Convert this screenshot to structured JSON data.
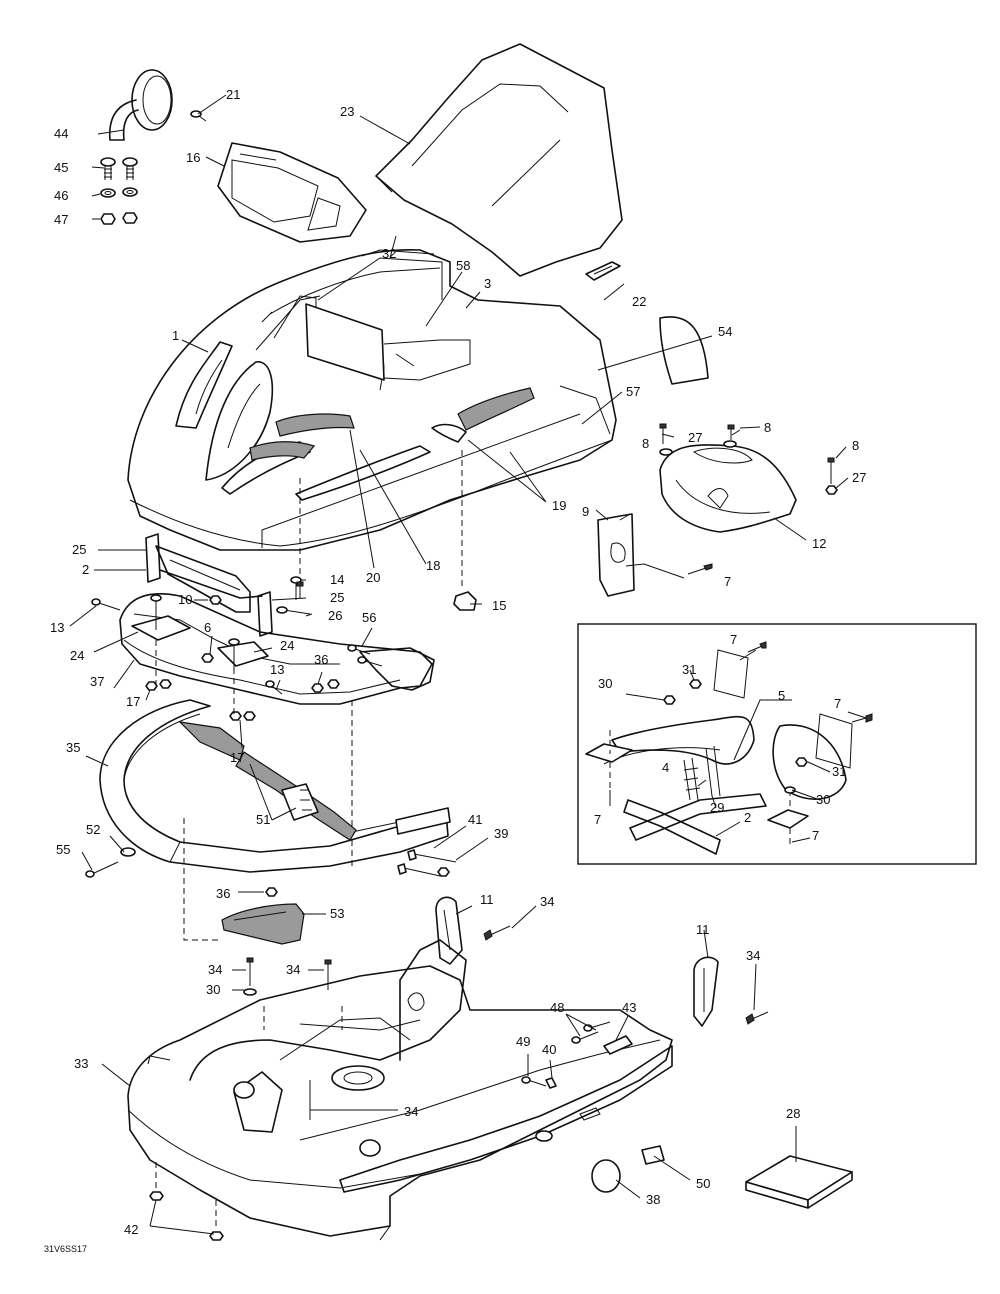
{
  "diagram_code": "31V6SS17",
  "labels": [
    {
      "id": "l1",
      "text": "1"
    },
    {
      "id": "l2a",
      "text": "2"
    },
    {
      "id": "l3",
      "text": "3"
    },
    {
      "id": "l6",
      "text": "6"
    },
    {
      "id": "l7a",
      "text": "7"
    },
    {
      "id": "l8a",
      "text": "8"
    },
    {
      "id": "l8b",
      "text": "8"
    },
    {
      "id": "l8c",
      "text": "8"
    },
    {
      "id": "l9",
      "text": "9"
    },
    {
      "id": "l10",
      "text": "10"
    },
    {
      "id": "l11a",
      "text": "11"
    },
    {
      "id": "l11b",
      "text": "11"
    },
    {
      "id": "l12",
      "text": "12"
    },
    {
      "id": "l13a",
      "text": "13"
    },
    {
      "id": "l13b",
      "text": "13"
    },
    {
      "id": "l14",
      "text": "14"
    },
    {
      "id": "l15",
      "text": "15"
    },
    {
      "id": "l16",
      "text": "16"
    },
    {
      "id": "l17a",
      "text": "17"
    },
    {
      "id": "l17b",
      "text": "17"
    },
    {
      "id": "l18",
      "text": "18"
    },
    {
      "id": "l19",
      "text": "19"
    },
    {
      "id": "l20",
      "text": "20"
    },
    {
      "id": "l21",
      "text": "21"
    },
    {
      "id": "l22",
      "text": "22"
    },
    {
      "id": "l23",
      "text": "23"
    },
    {
      "id": "l24a",
      "text": "24"
    },
    {
      "id": "l24b",
      "text": "24"
    },
    {
      "id": "l25a",
      "text": "25"
    },
    {
      "id": "l25b",
      "text": "25"
    },
    {
      "id": "l26",
      "text": "26"
    },
    {
      "id": "l27a",
      "text": "27"
    },
    {
      "id": "l27b",
      "text": "27"
    },
    {
      "id": "l28",
      "text": "28"
    },
    {
      "id": "l30a",
      "text": "30"
    },
    {
      "id": "l32",
      "text": "32"
    },
    {
      "id": "l33",
      "text": "33"
    },
    {
      "id": "l34a",
      "text": "34"
    },
    {
      "id": "l34b",
      "text": "34"
    },
    {
      "id": "l34c",
      "text": "34"
    },
    {
      "id": "l34d",
      "text": "34"
    },
    {
      "id": "l34e",
      "text": "34"
    },
    {
      "id": "l35",
      "text": "35"
    },
    {
      "id": "l36a",
      "text": "36"
    },
    {
      "id": "l36b",
      "text": "36"
    },
    {
      "id": "l37",
      "text": "37"
    },
    {
      "id": "l38",
      "text": "38"
    },
    {
      "id": "l39",
      "text": "39"
    },
    {
      "id": "l40",
      "text": "40"
    },
    {
      "id": "l41",
      "text": "41"
    },
    {
      "id": "l42",
      "text": "42"
    },
    {
      "id": "l43",
      "text": "43"
    },
    {
      "id": "l44",
      "text": "44"
    },
    {
      "id": "l45",
      "text": "45"
    },
    {
      "id": "l46",
      "text": "46"
    },
    {
      "id": "l47",
      "text": "47"
    },
    {
      "id": "l48",
      "text": "48"
    },
    {
      "id": "l49",
      "text": "49"
    },
    {
      "id": "l50",
      "text": "50"
    },
    {
      "id": "l51",
      "text": "51"
    },
    {
      "id": "l52",
      "text": "52"
    },
    {
      "id": "l53",
      "text": "53"
    },
    {
      "id": "l54",
      "text": "54"
    },
    {
      "id": "l55",
      "text": "55"
    },
    {
      "id": "l56",
      "text": "56"
    },
    {
      "id": "l57",
      "text": "57"
    },
    {
      "id": "l58",
      "text": "58"
    },
    {
      "id": "l30b",
      "text": "30"
    }
  ],
  "inset_labels": [
    {
      "id": "i7a",
      "text": "7"
    },
    {
      "id": "i31a",
      "text": "31"
    },
    {
      "id": "i30a",
      "text": "30"
    },
    {
      "id": "i5",
      "text": "5"
    },
    {
      "id": "i7b",
      "text": "7"
    },
    {
      "id": "i4",
      "text": "4"
    },
    {
      "id": "i31b",
      "text": "31"
    },
    {
      "id": "i30b",
      "text": "30"
    },
    {
      "id": "i7c",
      "text": "7"
    },
    {
      "id": "i29",
      "text": "29"
    },
    {
      "id": "i2",
      "text": "2"
    },
    {
      "id": "i7d",
      "text": "7"
    }
  ]
}
